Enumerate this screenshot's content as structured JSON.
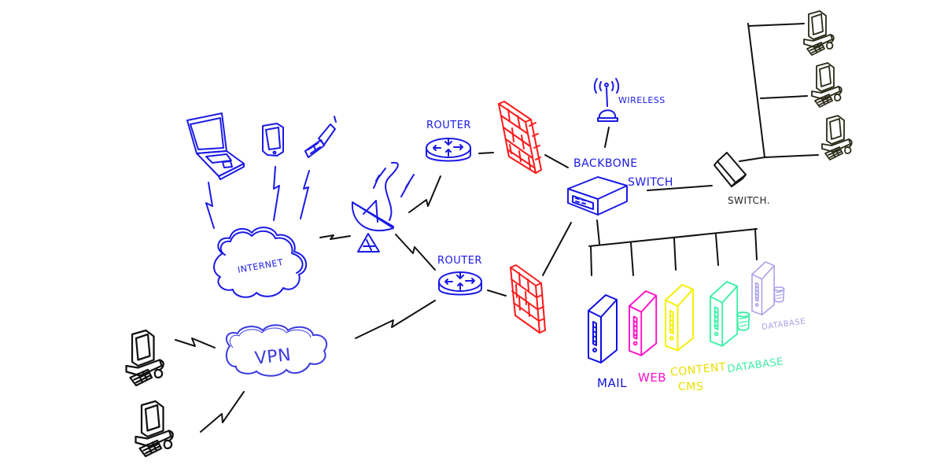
{
  "diagram": {
    "title": "Network topology sketch",
    "colors": {
      "blue": "#1a1ae6",
      "vpn_blue": "#3b3be0",
      "red": "#ff1a1a",
      "black": "#111111",
      "mail": "#1010e0",
      "web": "#ff10c8",
      "cms": "#f5f000",
      "database": "#3ff0a8",
      "database2": "#a8a0e8",
      "olive": "#2a2a18"
    },
    "nodes": {
      "laptop": {
        "icon": "laptop-icon"
      },
      "pda": {
        "icon": "pda-icon"
      },
      "phone": {
        "icon": "flip-phone-icon"
      },
      "internet": {
        "label": "INTERNET",
        "icon": "cloud-icon"
      },
      "satellite": {
        "icon": "satellite-dish-icon"
      },
      "router_top": {
        "label": "ROUTER",
        "icon": "router-icon"
      },
      "router_bottom": {
        "label": "ROUTER",
        "icon": "router-icon"
      },
      "firewall_top": {
        "icon": "firewall-icon"
      },
      "firewall_bottom": {
        "icon": "firewall-icon"
      },
      "wireless": {
        "label": "WIRELESS",
        "icon": "wireless-antenna-icon"
      },
      "backbone": {
        "label_line1": "BACKBONE",
        "label_line2": "SWITCH",
        "icon": "switch-icon"
      },
      "switch": {
        "label": "SWITCH.",
        "icon": "switch-icon"
      },
      "workstations": [
        {
          "icon": "workstation-icon"
        },
        {
          "icon": "workstation-icon"
        },
        {
          "icon": "workstation-icon"
        }
      ],
      "vpn": {
        "label": "VPN",
        "icon": "cloud-icon"
      },
      "remote_pcs": [
        {
          "icon": "workstation-icon"
        },
        {
          "icon": "workstation-icon"
        }
      ],
      "servers": [
        {
          "label": "MAIL",
          "color_key": "mail"
        },
        {
          "label": "WEB",
          "color_key": "web"
        },
        {
          "label_line1": "CONTENT",
          "label_line2": "CMS",
          "color_key": "cms"
        },
        {
          "label": "DATABASE",
          "color_key": "database"
        },
        {
          "label": "DATABASE",
          "color_key": "database2"
        }
      ]
    }
  }
}
